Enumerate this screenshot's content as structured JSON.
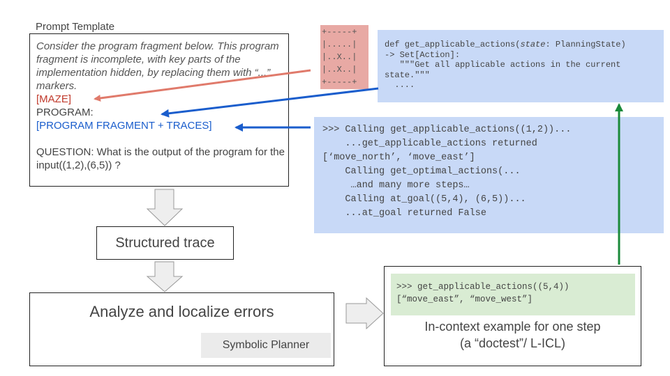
{
  "prompt_template": {
    "title": "Prompt Template",
    "intro": "Consider the program fragment below. This program fragment is incomplete, with key parts of the implementation hidden, by replacing them with “...” markers.",
    "maze_tag": "[MAZE]",
    "program_label": "PROGRAM:",
    "fragment_tag": "[PROGRAM FRAGMENT + TRACES]",
    "question": "QUESTION: What is the output of the program for the input((1,2),(6,5)) ?"
  },
  "maze_ascii": [
    "+-----+",
    "|.....|",
    "|..X..|",
    "|..X..|",
    "+-----+"
  ],
  "code_top": {
    "line1": "def get_applicable_actions(",
    "line1_param": "state",
    "line1_rest": ": PlanningState)",
    "line2": "-> Set[Action]:",
    "line3": "   \"\"\"Get all applicable actions in the current",
    "line4": "state.\"\"\"",
    "line5": "  ...."
  },
  "trace_lines": [
    ">>> Calling get_applicable_actions((1,2))...",
    "    ...get_applicable_actions returned",
    "[‘move_north’, ‘move_east’]",
    "    Calling get_optimal_actions(...",
    "     …and many more steps…",
    "    Calling at_goal((5,4), (6,5))...",
    "    ...at_goal returned False"
  ],
  "structured_trace": "Structured trace",
  "analyze": "Analyze and localize errors",
  "symbolic_planner": "Symbolic Planner",
  "example": {
    "line1": ">>> get_applicable_actions((5,4))",
    "line2": "[“move_east”, “move_west”]",
    "caption_line1": "In-context example for one step",
    "caption_line2": "(a “doctest”/ L-ICL)"
  },
  "colors": {
    "maze_arrow": "#e07a6b",
    "blue_arrow": "#1a5dcc",
    "green_arrow": "#1b8a3a",
    "code_bg": "#c8d9f7",
    "maze_bg": "#e8a9a4",
    "example_bg": "#d9ecd3"
  }
}
